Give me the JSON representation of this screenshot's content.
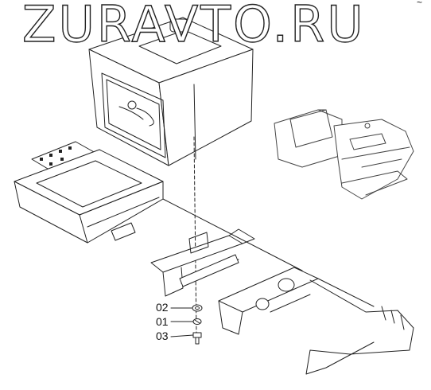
{
  "watermark": {
    "text": "ZURAVTO.RU"
  },
  "corner_mark": "~",
  "callouts": [
    {
      "label": "02",
      "part": "washer"
    },
    {
      "label": "01",
      "part": "lock-washer"
    },
    {
      "label": "03",
      "part": "bolt"
    }
  ],
  "colors": {
    "line": "#222222",
    "background": "#ffffff"
  }
}
